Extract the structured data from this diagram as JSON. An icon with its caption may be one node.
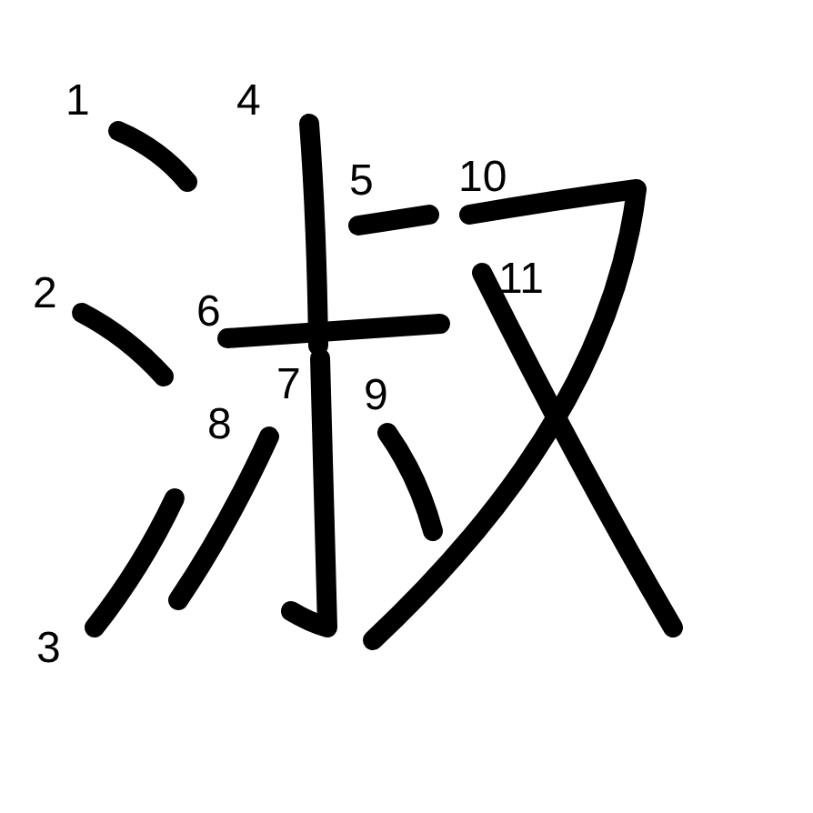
{
  "diagram": {
    "labels": [
      "1",
      "4",
      "5",
      "10",
      "2",
      "6",
      "11",
      "7",
      "9",
      "8",
      "3"
    ]
  }
}
